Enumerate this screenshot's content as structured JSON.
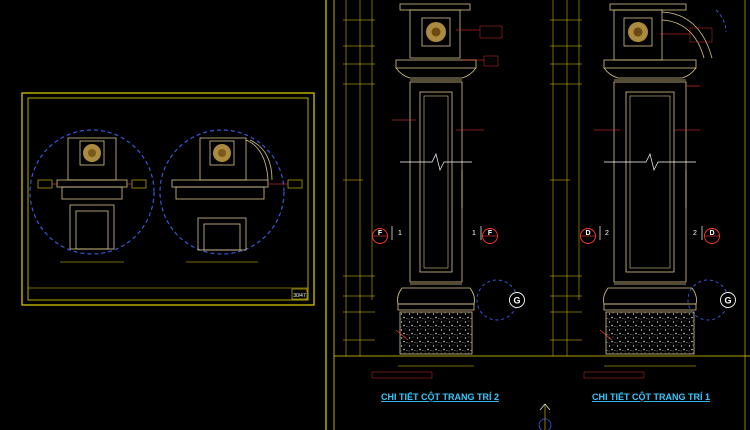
{
  "colors": {
    "background": "#000000",
    "frame": "#e6d200",
    "dimension": "#e6d200",
    "column": "#d8c48a",
    "detail_circle": "#3a57d8",
    "label_red": "#ff3b2f",
    "title_cyan": "#35c8ff",
    "stone_fill": "#5a5a5a",
    "rosette": "#caa24a",
    "white": "#ffffff"
  },
  "sheet_preview": {
    "stamp": "30/47"
  },
  "columns": [
    {
      "title": "CHI TIẾT CỘT TRANG TRÍ 2",
      "section_left": {
        "letter": "F",
        "number": "1"
      },
      "section_right": {
        "letter": "F",
        "number": "1"
      },
      "callout_g": "G"
    },
    {
      "title": "CHI TIẾT CỘT TRANG TRÍ 1",
      "section_left": {
        "letter": "D",
        "number": "2"
      },
      "section_right": {
        "letter": "D",
        "number": "2"
      },
      "callout_g": "G"
    }
  ],
  "icons": {
    "section_marker": "section-cut-icon",
    "detail_callout": "detail-callout-icon",
    "rosette": "rosette-ornament-icon",
    "break_line": "break-line-icon"
  }
}
